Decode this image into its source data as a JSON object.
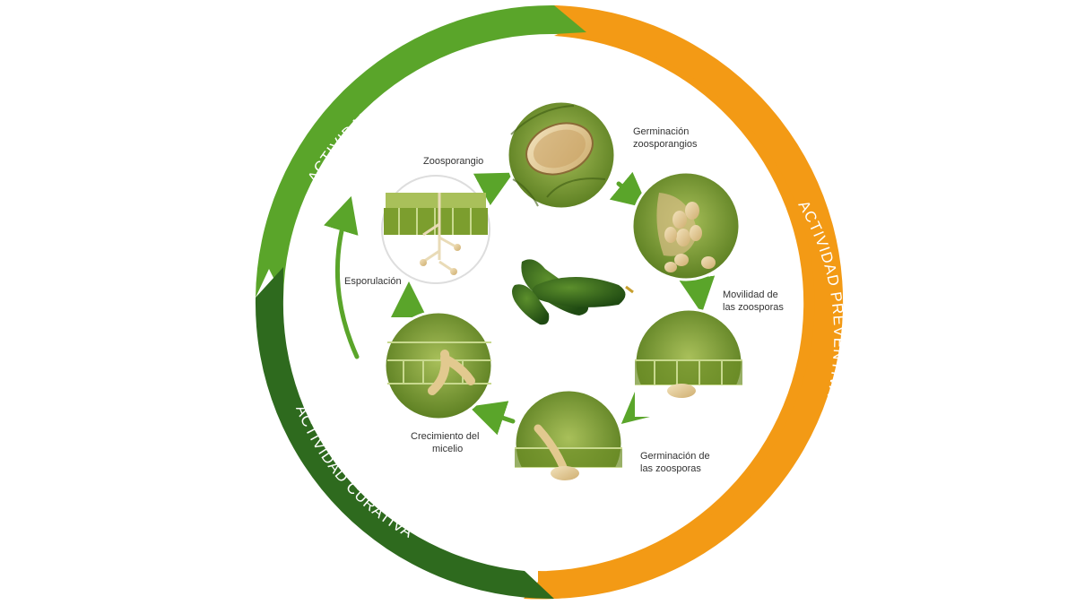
{
  "ring": {
    "erradicante": "ACTIVIDAD ERRADICANTE",
    "preventiva": "ACTIVIDAD PREVENTIVA",
    "curativa": "ACTIVIDAD CURATIVA"
  },
  "stages": {
    "germinacion_zoosporangios": [
      "Germinación",
      "zoosporangios"
    ],
    "movilidad": [
      "Movilidad de",
      "las zoosporas"
    ],
    "germinacion_zoosporas": [
      "Germinación de",
      "las zoosporas"
    ],
    "crecimiento": [
      "Crecimiento del",
      "micelio"
    ],
    "esporulacion": [
      "Esporulación"
    ],
    "zoosporangio": [
      "Zoosporangio"
    ]
  },
  "colors": {
    "light_green": "#5aa52a",
    "dark_green": "#2e6a1e",
    "orange": "#f39a15",
    "leaf_green": "#7c9e2e",
    "spore": "#e8d3a6"
  },
  "icons": [
    "cucumber-icon",
    "cycle-arrow-icon"
  ]
}
